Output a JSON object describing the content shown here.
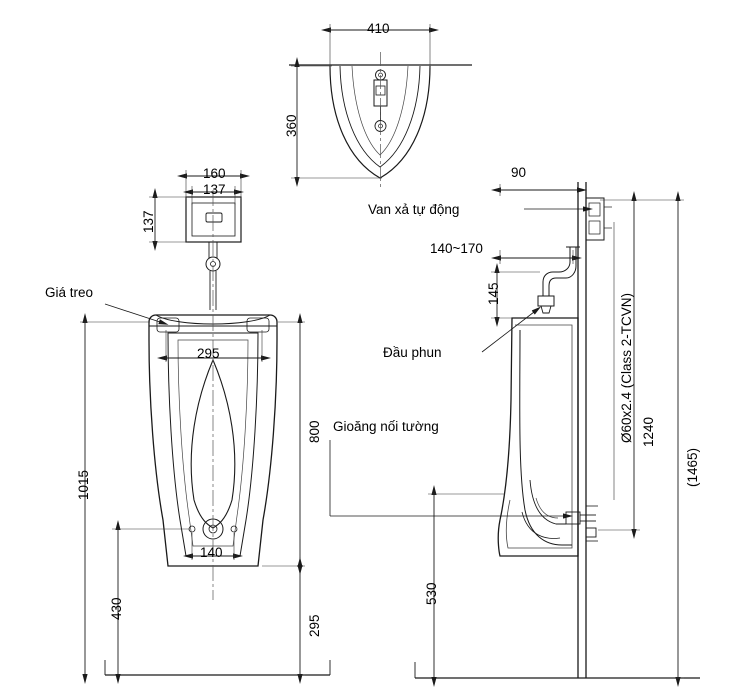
{
  "drawing": {
    "title": "Urinal technical drawing (three views with dimensions)",
    "units": "mm"
  },
  "dimensions": {
    "top_width_410": "410",
    "top_depth_360": "360",
    "front_box_160": "160",
    "front_box_137w": "137",
    "front_box_137h": "137",
    "front_bowl_295": "295",
    "front_height_800": "800",
    "front_height_1015": "1015",
    "front_height_430": "430",
    "front_base_295": "295",
    "front_outlet_140": "140",
    "side_90": "90",
    "side_140_170": "140~170",
    "side_145": "145",
    "side_530": "530",
    "side_1240": "1240",
    "side_1465": "(1465)",
    "pipe_spec": "Ø60x2.4 (Class 2-TCVN)"
  },
  "callouts": {
    "van_xa": "Van xả tự động",
    "dau_phun": "Đầu phun",
    "gioang": "Gioăng nối tường",
    "gia_treo": "Giá treo"
  },
  "colors": {
    "line": "#1a1a1a",
    "thin": "#333333",
    "center": "#555555"
  }
}
